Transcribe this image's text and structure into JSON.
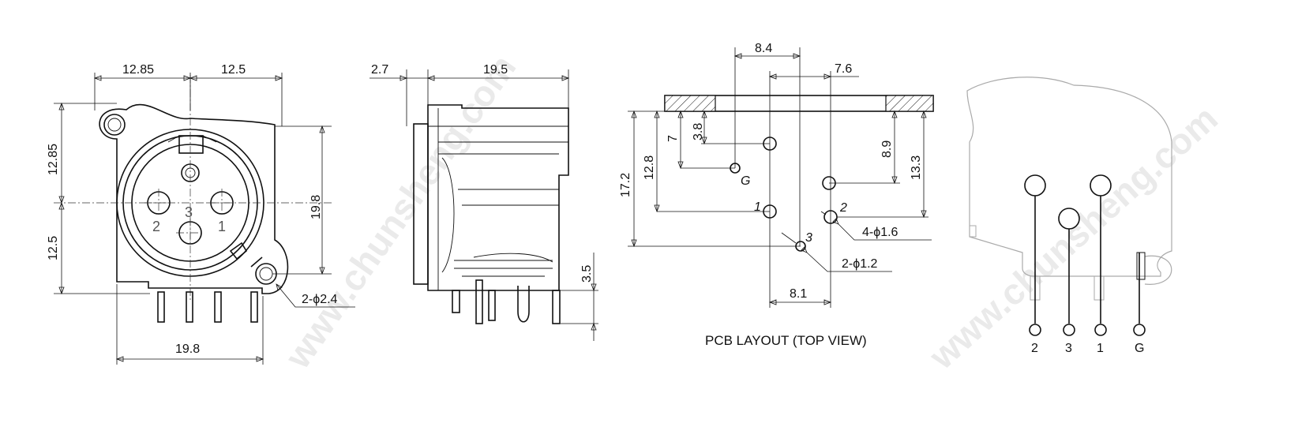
{
  "watermark": "www.chunsheng.com",
  "views": {
    "front": {
      "dims": {
        "top_left": "12.85",
        "top_right": "12.5",
        "left_upper": "12.85",
        "left_lower": "12.5",
        "right_height": "19.8",
        "bottom_width": "19.8",
        "mount_hole": "2-ϕ2.4"
      },
      "pins": {
        "pin1": "1",
        "pin2": "2",
        "pin3": "3"
      }
    },
    "side": {
      "dims": {
        "flange": "2.7",
        "depth": "19.5",
        "pin_length": "3.5"
      }
    },
    "pcb": {
      "caption": "PCB LAYOUT (TOP VIEW)",
      "dims": {
        "top_left": "8.4",
        "top_right": "7.6",
        "h_17_2": "17.2",
        "h_12_8": "12.8",
        "h_7": "7",
        "h_3_8": "3.8",
        "h_8_9": "8.9",
        "h_13_3": "13.3",
        "bottom": "8.1",
        "holes_large": "4-ϕ1.6",
        "holes_small": "2-ϕ1.2"
      },
      "labels": {
        "g": "G",
        "p1": "1",
        "p2": "2",
        "p3": "3"
      }
    },
    "schematic": {
      "pins": {
        "p2": "2",
        "p3": "3",
        "p1": "1",
        "g": "G"
      }
    }
  }
}
